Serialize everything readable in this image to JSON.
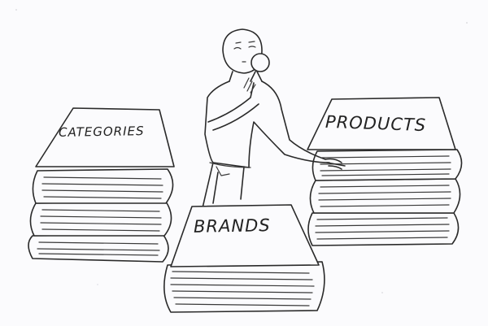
{
  "illustration": {
    "description": "Hand-drawn sketch of a person holding a magnifying glass, standing among three stacks of books",
    "stacks": [
      {
        "id": "categories",
        "label": "CATEGORIES"
      },
      {
        "id": "products",
        "label": "PRODUCTS"
      },
      {
        "id": "brands",
        "label": "BRANDS"
      }
    ],
    "colors": {
      "ink": "#2a2a2a",
      "paper": "#fbfbfd"
    }
  }
}
